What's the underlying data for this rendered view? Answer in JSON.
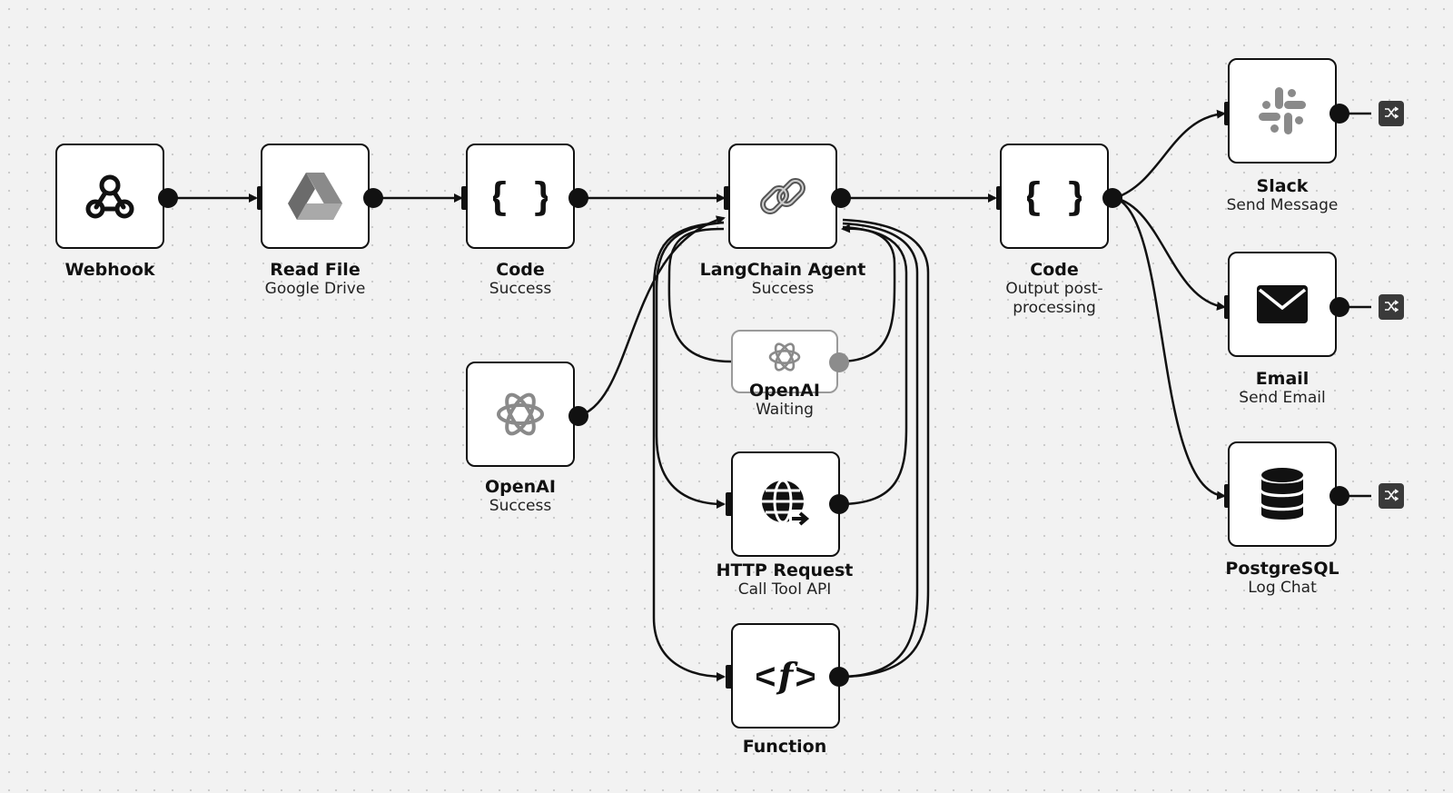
{
  "nodes": {
    "webhook": {
      "title": "Webhook",
      "sub": ""
    },
    "read_file": {
      "title": "Read File",
      "sub": "Google Drive"
    },
    "code1": {
      "title": "Code",
      "sub": "Success"
    },
    "openai_model": {
      "title": "OpenAI",
      "sub": "Success"
    },
    "langchain": {
      "title": "LangChain Agent",
      "sub": "Success"
    },
    "openai_tool": {
      "title": "OpenAI",
      "sub": "Waiting"
    },
    "http": {
      "title": "HTTP Request",
      "sub": "Call Tool API"
    },
    "function": {
      "title": "Function",
      "sub": ""
    },
    "code2": {
      "title": "Code",
      "sub_line1": "Output post-",
      "sub_line2": "processing"
    },
    "slack": {
      "title": "Slack",
      "sub": "Send Message"
    },
    "email": {
      "title": "Email",
      "sub": "Send Email"
    },
    "postgres": {
      "title": "PostgreSQL",
      "sub": "Log Chat"
    }
  },
  "icons": {
    "webhook": "webhook-icon",
    "read_file": "google-drive-icon",
    "code": "curly-braces-icon",
    "openai": "openai-icon",
    "langchain": "chain-link-icon",
    "http": "globe-arrow-icon",
    "function": "function-icon",
    "slack": "slack-icon",
    "email": "envelope-icon",
    "postgres": "database-icon",
    "external": "shuffle-icon"
  },
  "colors": {
    "canvas": "#f2f2f2",
    "node_border": "#111111",
    "edge": "#111111",
    "waiting_border": "#9a9a9a"
  }
}
